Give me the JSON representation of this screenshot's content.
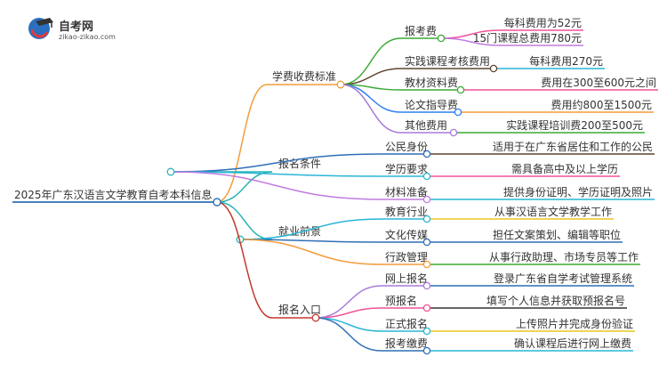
{
  "logo": {
    "brand": "自考网",
    "site": "zikao-zikao.com"
  },
  "root": {
    "label": "2025年广东汉语言文学教育自考本科信息"
  },
  "branches": [
    {
      "label": "学费收费标准",
      "color": "#f39c3a",
      "children": [
        {
          "label": "报考费",
          "color": "#3aaa35",
          "leaves": [
            {
              "label": "每科费用为52元",
              "color": "#f0529a"
            },
            {
              "label": "15门课程总费用780元",
              "color": "#c07be0"
            }
          ]
        },
        {
          "label": "实践课程考核费用",
          "color": "#5a4630",
          "leaves": [
            {
              "label": "每科费用270元",
              "color": "#29b6d6"
            }
          ]
        },
        {
          "label": "教材资料费",
          "color": "#3aaa35",
          "leaves": [
            {
              "label": "费用在300至600元之间",
              "color": "#f0529a"
            }
          ]
        },
        {
          "label": "论文指导费",
          "color": "#2f80ed",
          "leaves": [
            {
              "label": "费用约800至1500元",
              "color": "#f39c3a"
            }
          ]
        },
        {
          "label": "其他费用",
          "color": "#a87ad8",
          "leaves": [
            {
              "label": "实践课程培训费200至500元",
              "color": "#3aaa35"
            }
          ]
        }
      ]
    },
    {
      "label": "报名条件",
      "color": "#2bb4b4",
      "children": [
        {
          "label": "公民身份",
          "color": "#2f6fb8",
          "leaves": [
            {
              "label": "适用于在广东省居住和工作的公民",
              "color": "#5a4630"
            }
          ]
        },
        {
          "label": "学历要求",
          "color": "#29b6d6",
          "leaves": [
            {
              "label": "需具备高中及以上学历",
              "color": "#f0529a"
            }
          ]
        },
        {
          "label": "材料准备",
          "color": "#c07be0",
          "leaves": [
            {
              "label": "提供身份证明、学历证明及照片",
              "color": "#29b6d6"
            }
          ]
        }
      ]
    },
    {
      "label": "就业前景",
      "color": "#2bb4b4",
      "children": [
        {
          "label": "教育行业",
          "color": "#29b6d6",
          "leaves": [
            {
              "label": "从事汉语言文学教学工作",
              "color": "#e8c522"
            }
          ]
        },
        {
          "label": "文化传媒",
          "color": "#2f6fb8",
          "leaves": [
            {
              "label": "担任文案策划、编辑等职位",
              "color": "#2f6fb8"
            }
          ]
        },
        {
          "label": "行政管理",
          "color": "#f39c3a",
          "leaves": [
            {
              "label": "从事行政助理、市场专员等工作",
              "color": "#3aaa35"
            }
          ]
        }
      ]
    },
    {
      "label": "报名入口",
      "color": "#c0392b",
      "children": [
        {
          "label": "网上报名",
          "color": "#a87ad8",
          "leaves": [
            {
              "label": "登录广东省自学考试管理系统",
              "color": "#2f6fb8"
            }
          ]
        },
        {
          "label": "预报名",
          "color": "#f0529a",
          "leaves": [
            {
              "label": "填写个人信息并获取预报名号",
              "color": "#333333"
            }
          ]
        },
        {
          "label": "正式报名",
          "color": "#29b6d6",
          "leaves": [
            {
              "label": "上传照片并完成身份验证",
              "color": "#e8c522"
            }
          ]
        },
        {
          "label": "报考缴费",
          "color": "#2f6fb8",
          "leaves": [
            {
              "label": "确认课程后进行网上缴费",
              "color": "#29b6d6"
            }
          ]
        }
      ]
    }
  ]
}
